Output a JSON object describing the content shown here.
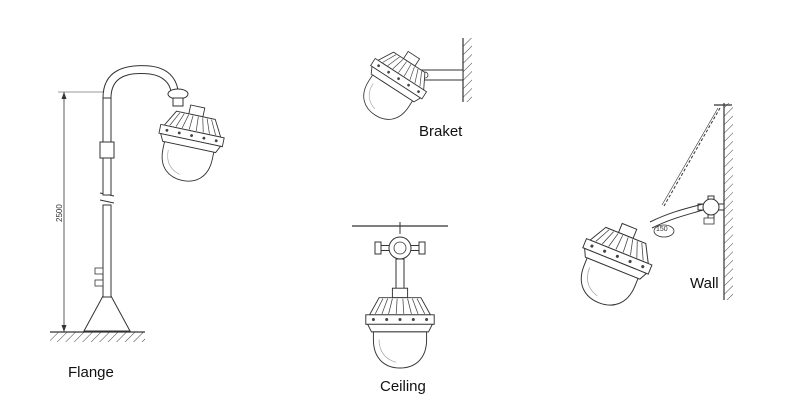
{
  "labels": {
    "flange": "Flange",
    "braket": "Braket",
    "ceiling": "Ceiling",
    "wall": "Wall"
  },
  "dimensions": {
    "pole_height": "2500",
    "arm_length": "150"
  },
  "colors": {
    "line": "#333333",
    "background": "#ffffff"
  }
}
